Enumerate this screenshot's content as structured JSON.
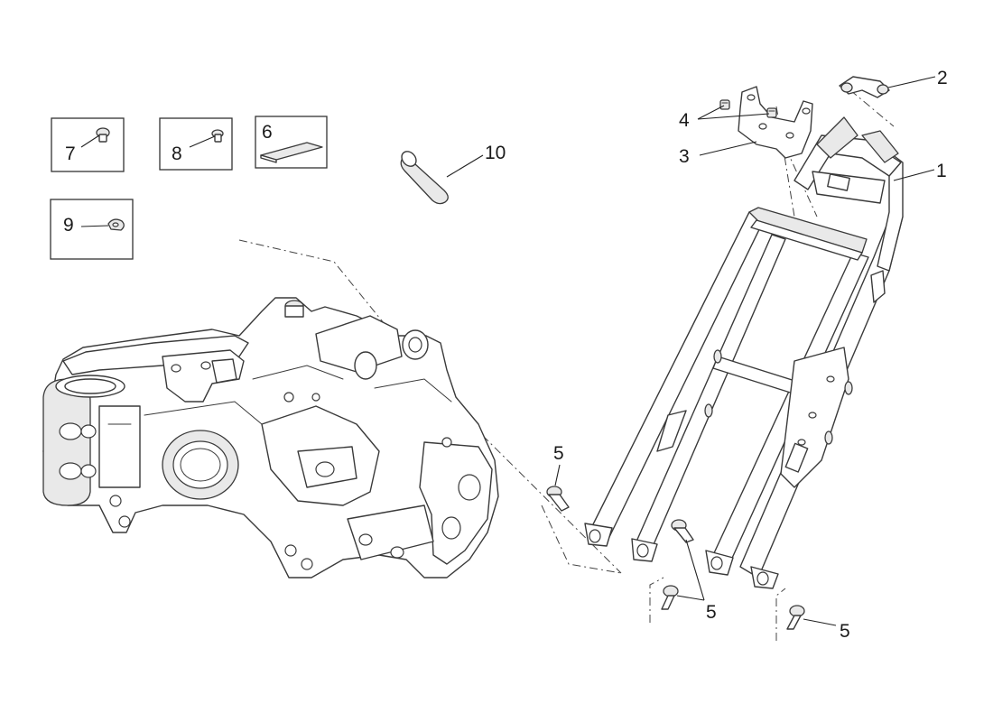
{
  "callouts": {
    "c1": "1",
    "c2": "2",
    "c3": "3",
    "c4": "4",
    "c5a": "5",
    "c5b": "5",
    "c5c": "5",
    "c6": "6",
    "c7": "7",
    "c8": "8",
    "c9": "9",
    "c10": "10"
  },
  "colors": {
    "line": "#3a3a3a",
    "background": "#ffffff",
    "shade": "#e9e9e9"
  }
}
